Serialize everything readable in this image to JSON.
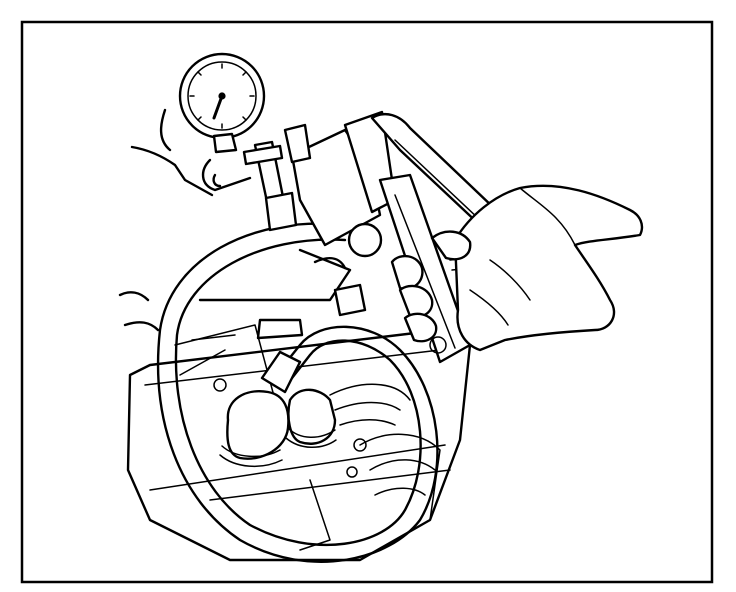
{
  "figure": {
    "frame_color": "#000000",
    "background": "#ffffff",
    "parts": [
      "pressure-gauge",
      "gauge-hose",
      "pressure-pump-tool",
      "engine-block",
      "spark-plugs",
      "hands"
    ]
  }
}
